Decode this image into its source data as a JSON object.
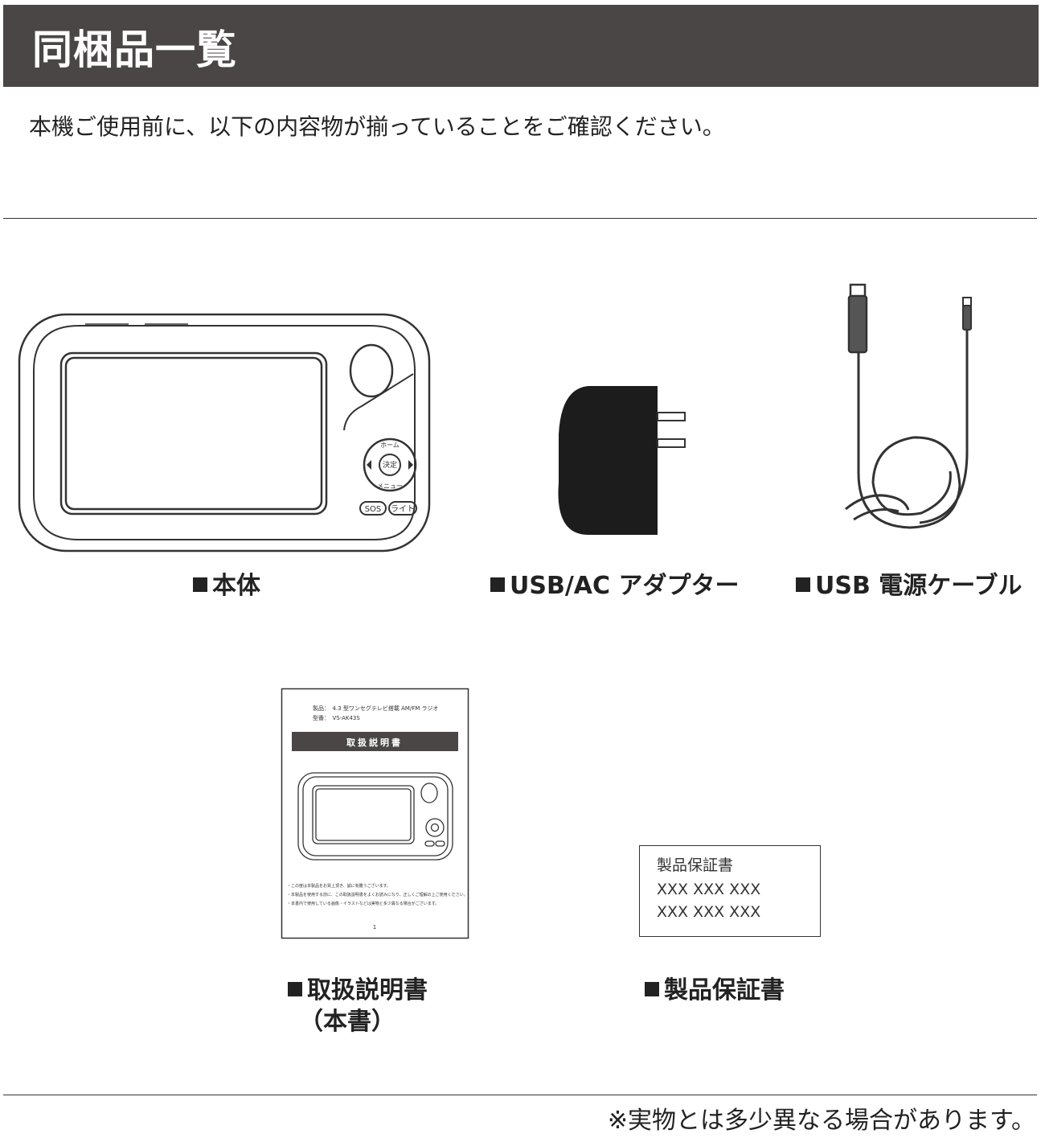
{
  "header": {
    "title": "同梱品一覧"
  },
  "intro": "本機ご使用前に、以下の内容物が揃っていることをご確認ください。",
  "items": [
    {
      "label": "本体"
    },
    {
      "label": "USB/AC アダプター"
    },
    {
      "label": "USB 電源ケーブル"
    },
    {
      "label": "取扱説明書",
      "label2": "（本書）"
    },
    {
      "label": "製品保証書"
    }
  ],
  "device_buttons": {
    "home": "ホーム",
    "ok": "決定",
    "menu": "メニュー",
    "sos": "SOS",
    "light": "ライト"
  },
  "manual": {
    "product_line": "製品：　4.3 型ワンセグテレビ搭載 AM/FM ラジオ",
    "model_line": "型番：　VS-AK43S",
    "title": "取扱説明書",
    "notes": [
      "・この度は本製品をお買上頂き、誠に有難うございます。",
      "・本製品を使用する前に、この取扱説明書をよくお読みになり、正しくご理解の上ご使用ください。",
      "・本書内で使用している画像・イラストなどは実物と多少異なる場合がございます。"
    ],
    "page": "1"
  },
  "warranty": {
    "title": "製品保証書",
    "lines": [
      "XXX XXX XXX",
      "XXX XXX XXX"
    ]
  },
  "footnote": "※実物とは多少異なる場合があります。"
}
